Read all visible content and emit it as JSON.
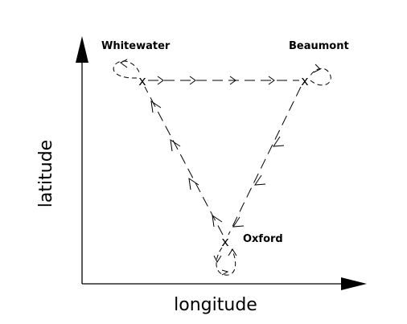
{
  "axes": {
    "x_label": "longitude",
    "y_label": "latitude"
  },
  "nodes": [
    {
      "id": "whitewater",
      "label": "Whitewater",
      "marker": "x"
    },
    {
      "id": "beaumont",
      "label": "Beaumont",
      "marker": "x"
    },
    {
      "id": "oxford",
      "label": "Oxford",
      "marker": "x"
    }
  ],
  "edges": [
    {
      "from": "whitewater",
      "to": "beaumont",
      "style": "dashed-arrows"
    },
    {
      "from": "beaumont",
      "to": "oxford",
      "style": "dashed-arrows"
    },
    {
      "from": "oxford",
      "to": "whitewater",
      "style": "dashed-arrows"
    }
  ],
  "self_loops": [
    "whitewater",
    "beaumont",
    "oxford"
  ],
  "colors": {
    "ink": "#000000",
    "background": "#ffffff"
  }
}
